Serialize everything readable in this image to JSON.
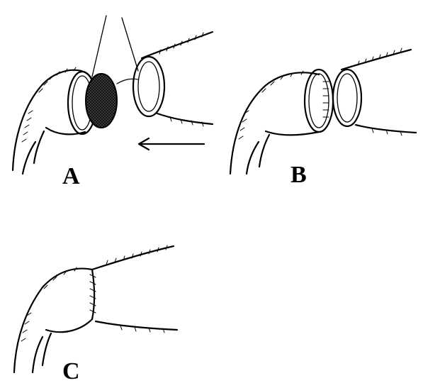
{
  "panels": [
    {
      "id": "A",
      "label": "A"
    },
    {
      "id": "B",
      "label": "B"
    },
    {
      "id": "C",
      "label": "C"
    }
  ],
  "colors": {
    "ink": "#000000",
    "background": "#ffffff"
  }
}
